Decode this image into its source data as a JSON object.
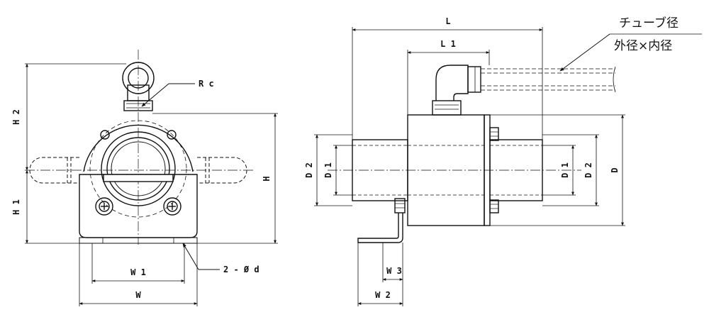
{
  "labels": {
    "front": {
      "rc": "R c",
      "h2": "H 2",
      "h1": "H 1",
      "h": "H",
      "w1": "W 1",
      "w": "W",
      "hole": "2 - Ø d"
    },
    "side": {
      "l": "L",
      "l1": "L 1",
      "d2_left": "D 2",
      "d1_left": "D 1",
      "d1_right": "D 1",
      "d2_right": "D 2",
      "d": "D",
      "w3": "W 3",
      "w2": "W 2"
    },
    "tube": {
      "line1": "チューブ径",
      "line2": "外径×内径"
    }
  }
}
